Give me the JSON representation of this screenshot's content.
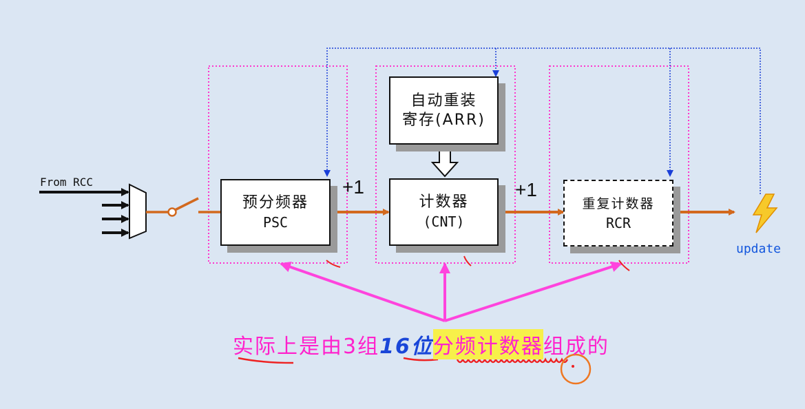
{
  "diagram": {
    "source_label": "From RCC",
    "psc": {
      "line1": "预分频器",
      "line2": "PSC"
    },
    "arr": {
      "line1": "自动重装",
      "line2": "寄存(ARR)"
    },
    "cnt": {
      "line1": "计数器",
      "line2": "(CNT)"
    },
    "rcr": {
      "line1": "重复计数器",
      "line2": "RCR"
    },
    "plus_one_a": "+1",
    "plus_one_b": "+1",
    "output_label": "update"
  },
  "caption": {
    "part1": "实际上是由3组",
    "part2": "16位",
    "part3": "分频计数器",
    "part4": "组成的"
  },
  "colors": {
    "background": "#dbe6f3",
    "data_path": "#d2691e",
    "feedback": "#1a3fd8",
    "group_outline": "#ff33cc",
    "annotation": "#ff44dd",
    "highlight": "#f7f04a",
    "update_text": "#1155dd"
  }
}
